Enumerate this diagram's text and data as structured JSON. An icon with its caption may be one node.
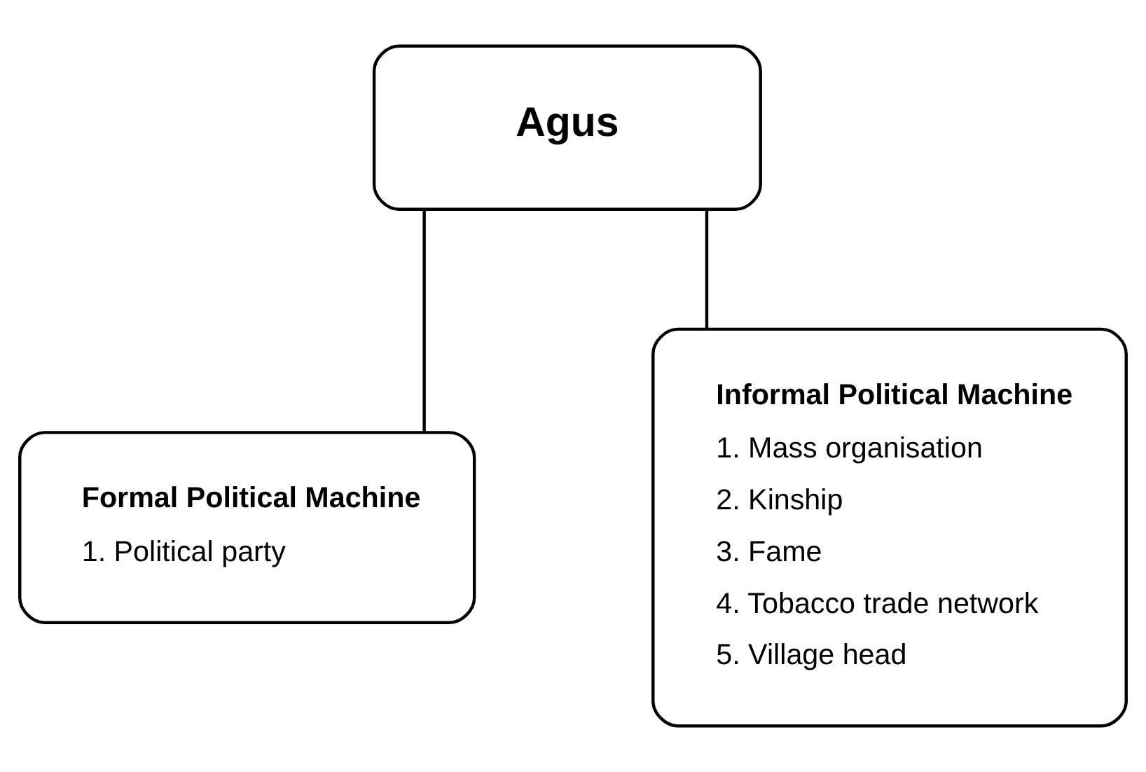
{
  "diagram": {
    "nodes": [
      {
        "text": [
          "Agus"
        ]
      },
      {
        "text": [
          "Formal Political Machine",
          "1. Political party"
        ]
      },
      {
        "text": [
          "Informal Political Machine",
          "1. Mass organisation",
          "2. Kinship",
          "3. Fame",
          "4. Tobacco trade network",
          "5. Village head"
        ]
      }
    ],
    "edges": [
      {
        "from": 0,
        "to": 1,
        "arrow": "none"
      },
      {
        "from": 0,
        "to": 2,
        "arrow": "none"
      }
    ]
  }
}
